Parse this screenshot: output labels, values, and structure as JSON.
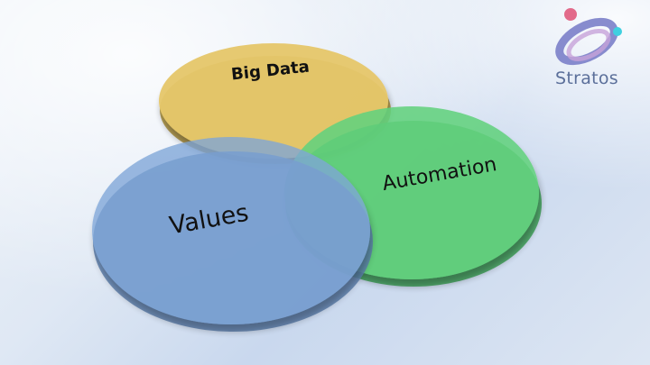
{
  "diagram": {
    "sets": [
      {
        "key": "bigdata",
        "label": "Big Data",
        "color": "#e6c76a"
      },
      {
        "key": "automation",
        "label": "Automation",
        "color": "#63d27e"
      },
      {
        "key": "values",
        "label": "Values",
        "color": "#7fa6d8"
      }
    ]
  },
  "logo": {
    "name": "Stratos",
    "colors": {
      "ring": "#7b7fc9",
      "accent_pink": "#e26a8a",
      "accent_cyan": "#3fd0e0"
    }
  }
}
